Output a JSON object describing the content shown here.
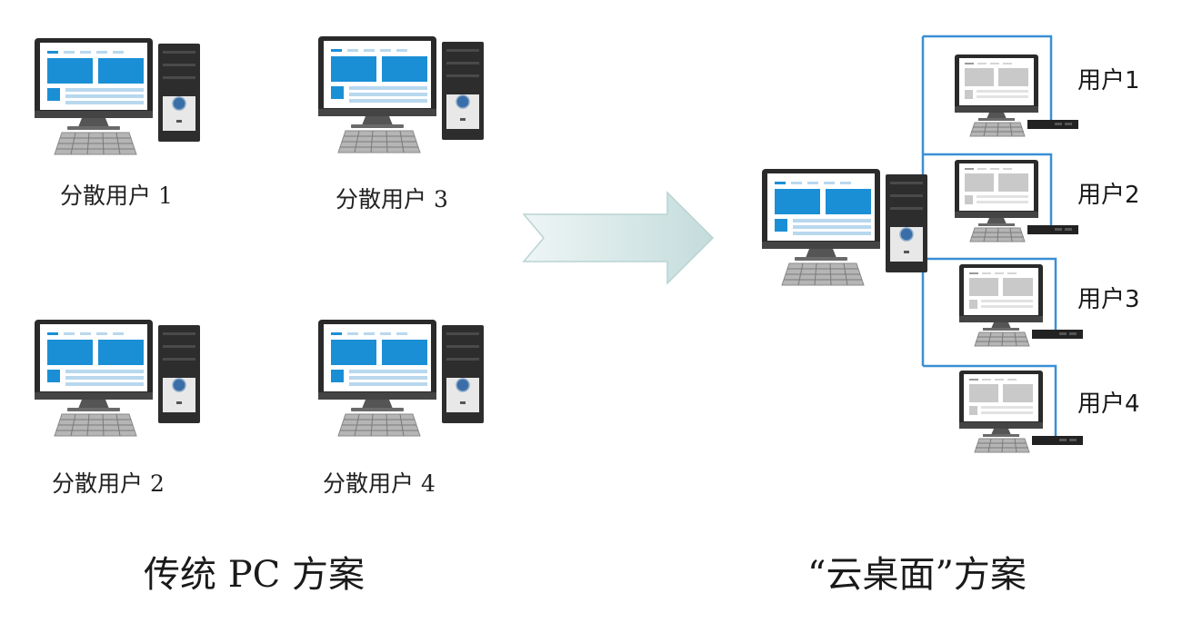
{
  "left": {
    "users": [
      {
        "label": "分散用户 1"
      },
      {
        "label": "分散用户 3"
      },
      {
        "label": "分散用户 2"
      },
      {
        "label": "分散用户 4"
      }
    ],
    "caption": "传统 PC 方案"
  },
  "right": {
    "users": [
      {
        "label": "用户1"
      },
      {
        "label": "用户2"
      },
      {
        "label": "用户3"
      },
      {
        "label": "用户4"
      }
    ],
    "caption": "“云桌面”方案"
  },
  "colors": {
    "line": "#3a8fd6",
    "screen_blue": "#1b8fd6",
    "screen_gray": "#c9c9c9",
    "arrow_fill": "#d6e6e6"
  }
}
